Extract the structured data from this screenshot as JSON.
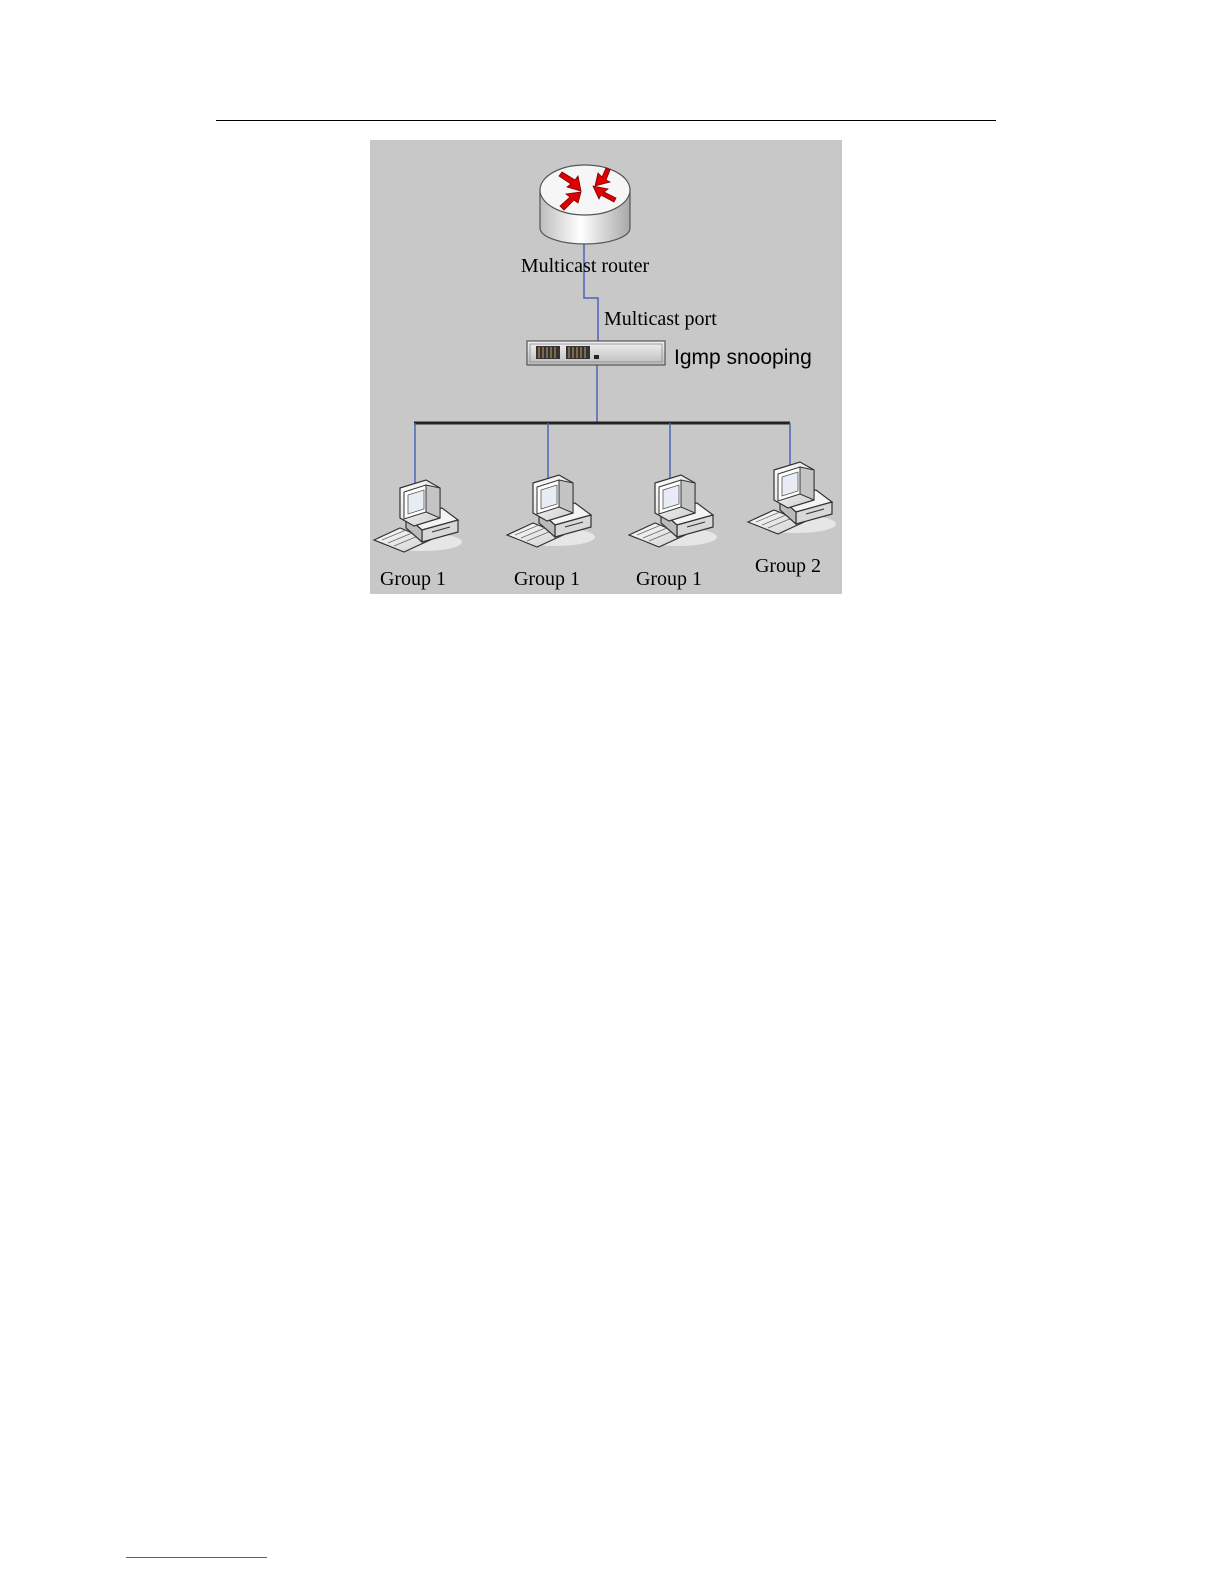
{
  "diagram": {
    "router_label": "Multicast router",
    "port_label": "Multicast port",
    "switch_label": "Igmp snooping",
    "hosts": [
      {
        "label": "Group 1"
      },
      {
        "label": "Group 1"
      },
      {
        "label": "Group 1"
      },
      {
        "label": "Group 2"
      }
    ]
  },
  "colors": {
    "figure_bg": "#c8c8c8",
    "link": "#4a66b8",
    "bus": "#222222",
    "router_arrows": "#e00000"
  }
}
